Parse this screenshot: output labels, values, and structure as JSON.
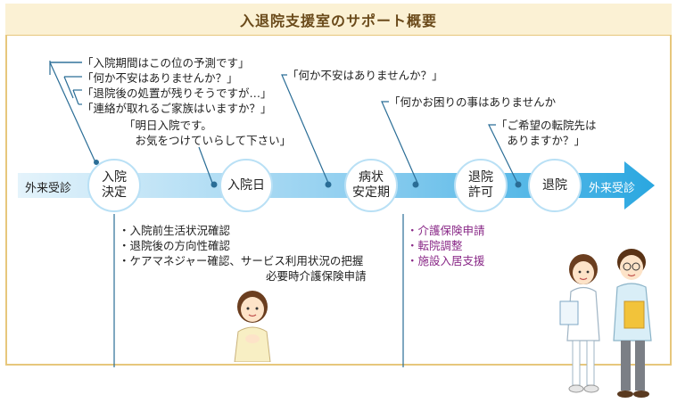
{
  "title": "入退院支援室のサポート概要",
  "timeline": {
    "start_label": "外来受診",
    "end_label": "外来受診",
    "nodes": [
      {
        "line1": "入院",
        "line2": "決定"
      },
      {
        "line1": "入院日",
        "line2": ""
      },
      {
        "line1": "病状",
        "line2": "安定期"
      },
      {
        "line1": "退院",
        "line2": "許可"
      },
      {
        "line1": "退院",
        "line2": ""
      }
    ]
  },
  "callouts": {
    "decision": [
      "「入院期間はこの位の予測です」",
      "「何か不安はありませんか？」",
      "「退院後の処置が残りそうですが…」",
      "「連絡が取れるご家族はいますか？」"
    ],
    "admission": [
      "「明日入院です。",
      "　お気をつけていらして下さい」"
    ],
    "stable": "「何か不安はありませんか？」",
    "permit": "「何かお困りの事はありませんか",
    "discharge": [
      "「ご希望の転院先は",
      "　ありますか？」"
    ]
  },
  "checklist_left": [
    "・入院前生活状況確認",
    "・退院後の方向性確認",
    "・ケアマネジャー確認、サービス利用状況の把握",
    "必要時介護保険申請"
  ],
  "checklist_right": [
    "・介護保険申請",
    "・転院調整",
    "・施設入居支援"
  ],
  "colors": {
    "arrow_light": "#dff1fb",
    "arrow_dark": "#2ba9e1",
    "frame": "#e7c77c",
    "title_bg": "#fbf1d4",
    "accent_purple": "#8a2a88"
  }
}
